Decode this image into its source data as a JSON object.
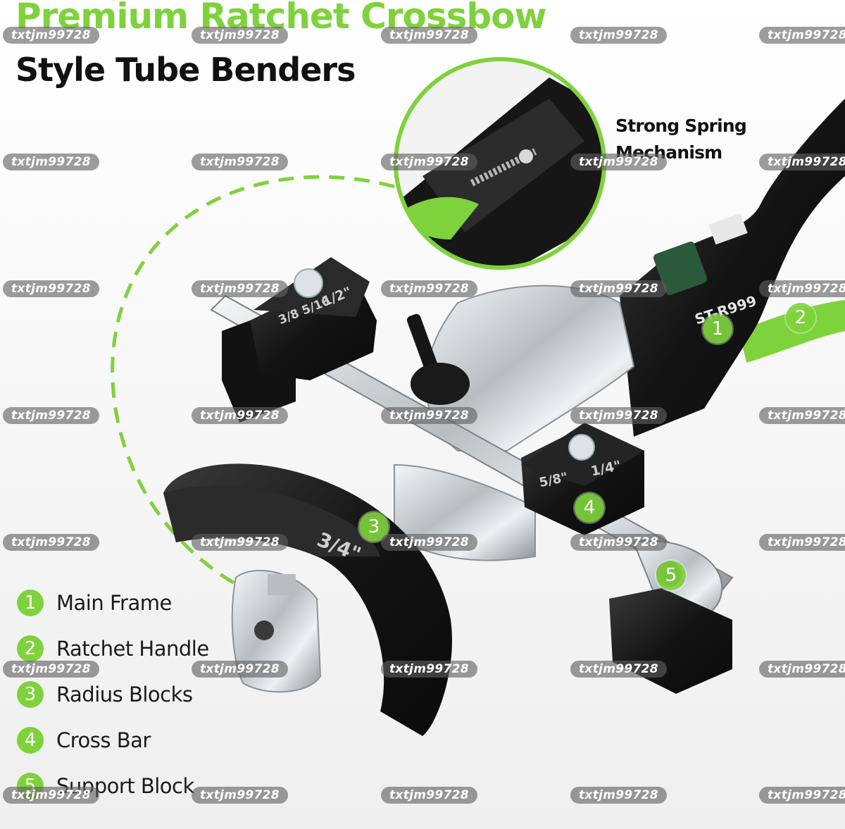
{
  "title": {
    "line1": "Premium Ratchet Crossbow",
    "line2": "Style Tube Benders"
  },
  "callout": {
    "line1": "Strong Spring",
    "line2": "Mechanism"
  },
  "product_markings": {
    "model": "ST-R999",
    "block_top_left": [
      "3/8 5/16",
      "1/2\""
    ],
    "block_right": [
      "5/8\"",
      "1/4\""
    ],
    "radius_block": "3/4\""
  },
  "badges": [
    "1",
    "2",
    "3",
    "4",
    "5"
  ],
  "legend": [
    {
      "num": "1",
      "label": "Main Frame"
    },
    {
      "num": "2",
      "label": "Ratchet Handle"
    },
    {
      "num": "3",
      "label": "Radius Blocks"
    },
    {
      "num": "4",
      "label": "Cross Bar"
    },
    {
      "num": "5",
      "label": "Support Block"
    }
  ],
  "watermark": "txtjm99728",
  "colors": {
    "accent_green": "#7ed23c",
    "text_dark": "#111111",
    "tool_black": "#151515",
    "chrome": "#c9cdd1"
  }
}
